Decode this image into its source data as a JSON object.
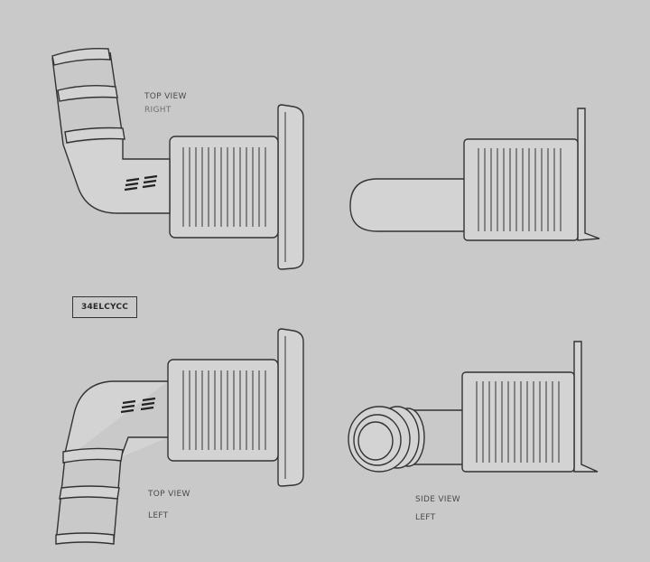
{
  "labels": {
    "top_right_line1": "TOP VIEW",
    "top_right_line2": "RIGHT",
    "part_number": "34ELCYCC",
    "top_left_line1": "TOP VIEW",
    "top_left_line2": "LEFT",
    "side_left_line1": "SIDE VIEW",
    "side_left_line2": "LEFT"
  },
  "colors": {
    "background": "#c9c9c9",
    "stroke": "#333333",
    "body_fill": "#d3d3d3",
    "label_text": "#4a4a4a"
  }
}
